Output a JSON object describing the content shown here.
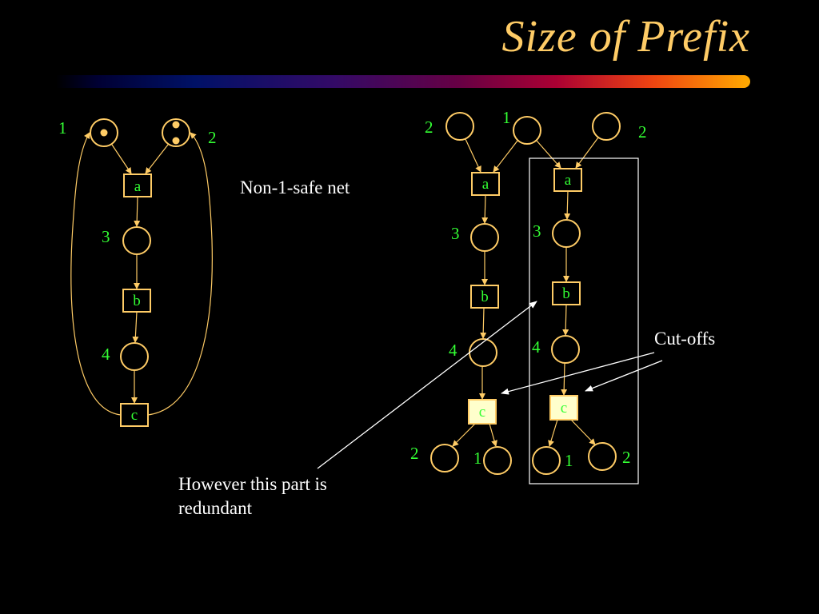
{
  "slide": {
    "title": "Size of Prefix",
    "colors": {
      "background": "#000000",
      "title": "#ffcc66",
      "arc": "#ffcc66",
      "label": "#33ff33",
      "annotation": "#ffffff",
      "highlight_fill": "#ffffcc"
    }
  },
  "left_net": {
    "place_labels": {
      "p1": "1",
      "p2": "2",
      "p3": "3",
      "p4": "4"
    },
    "tokens": {
      "p1": 1,
      "p2": 2
    },
    "transitions": {
      "a": "a",
      "b": "b",
      "c": "c"
    }
  },
  "unfolding": {
    "place_labels": {
      "top_left": "2",
      "top_mid": "1",
      "top_right": "2",
      "b1_p3": "3",
      "b1_p4": "4",
      "b2_p3": "3",
      "b2_p4": "4",
      "b1_out1": "2",
      "b1_out2": "1",
      "b2_out1": "1",
      "b2_out2": "2"
    },
    "transitions": {
      "a1": "a",
      "b1": "b",
      "c1": "c",
      "a2": "a",
      "b2": "b",
      "c2": "c"
    }
  },
  "annotations": {
    "non_safe": "Non-1-safe net",
    "cutoffs": "Cut-offs",
    "redundant": "However this part is redundant"
  }
}
